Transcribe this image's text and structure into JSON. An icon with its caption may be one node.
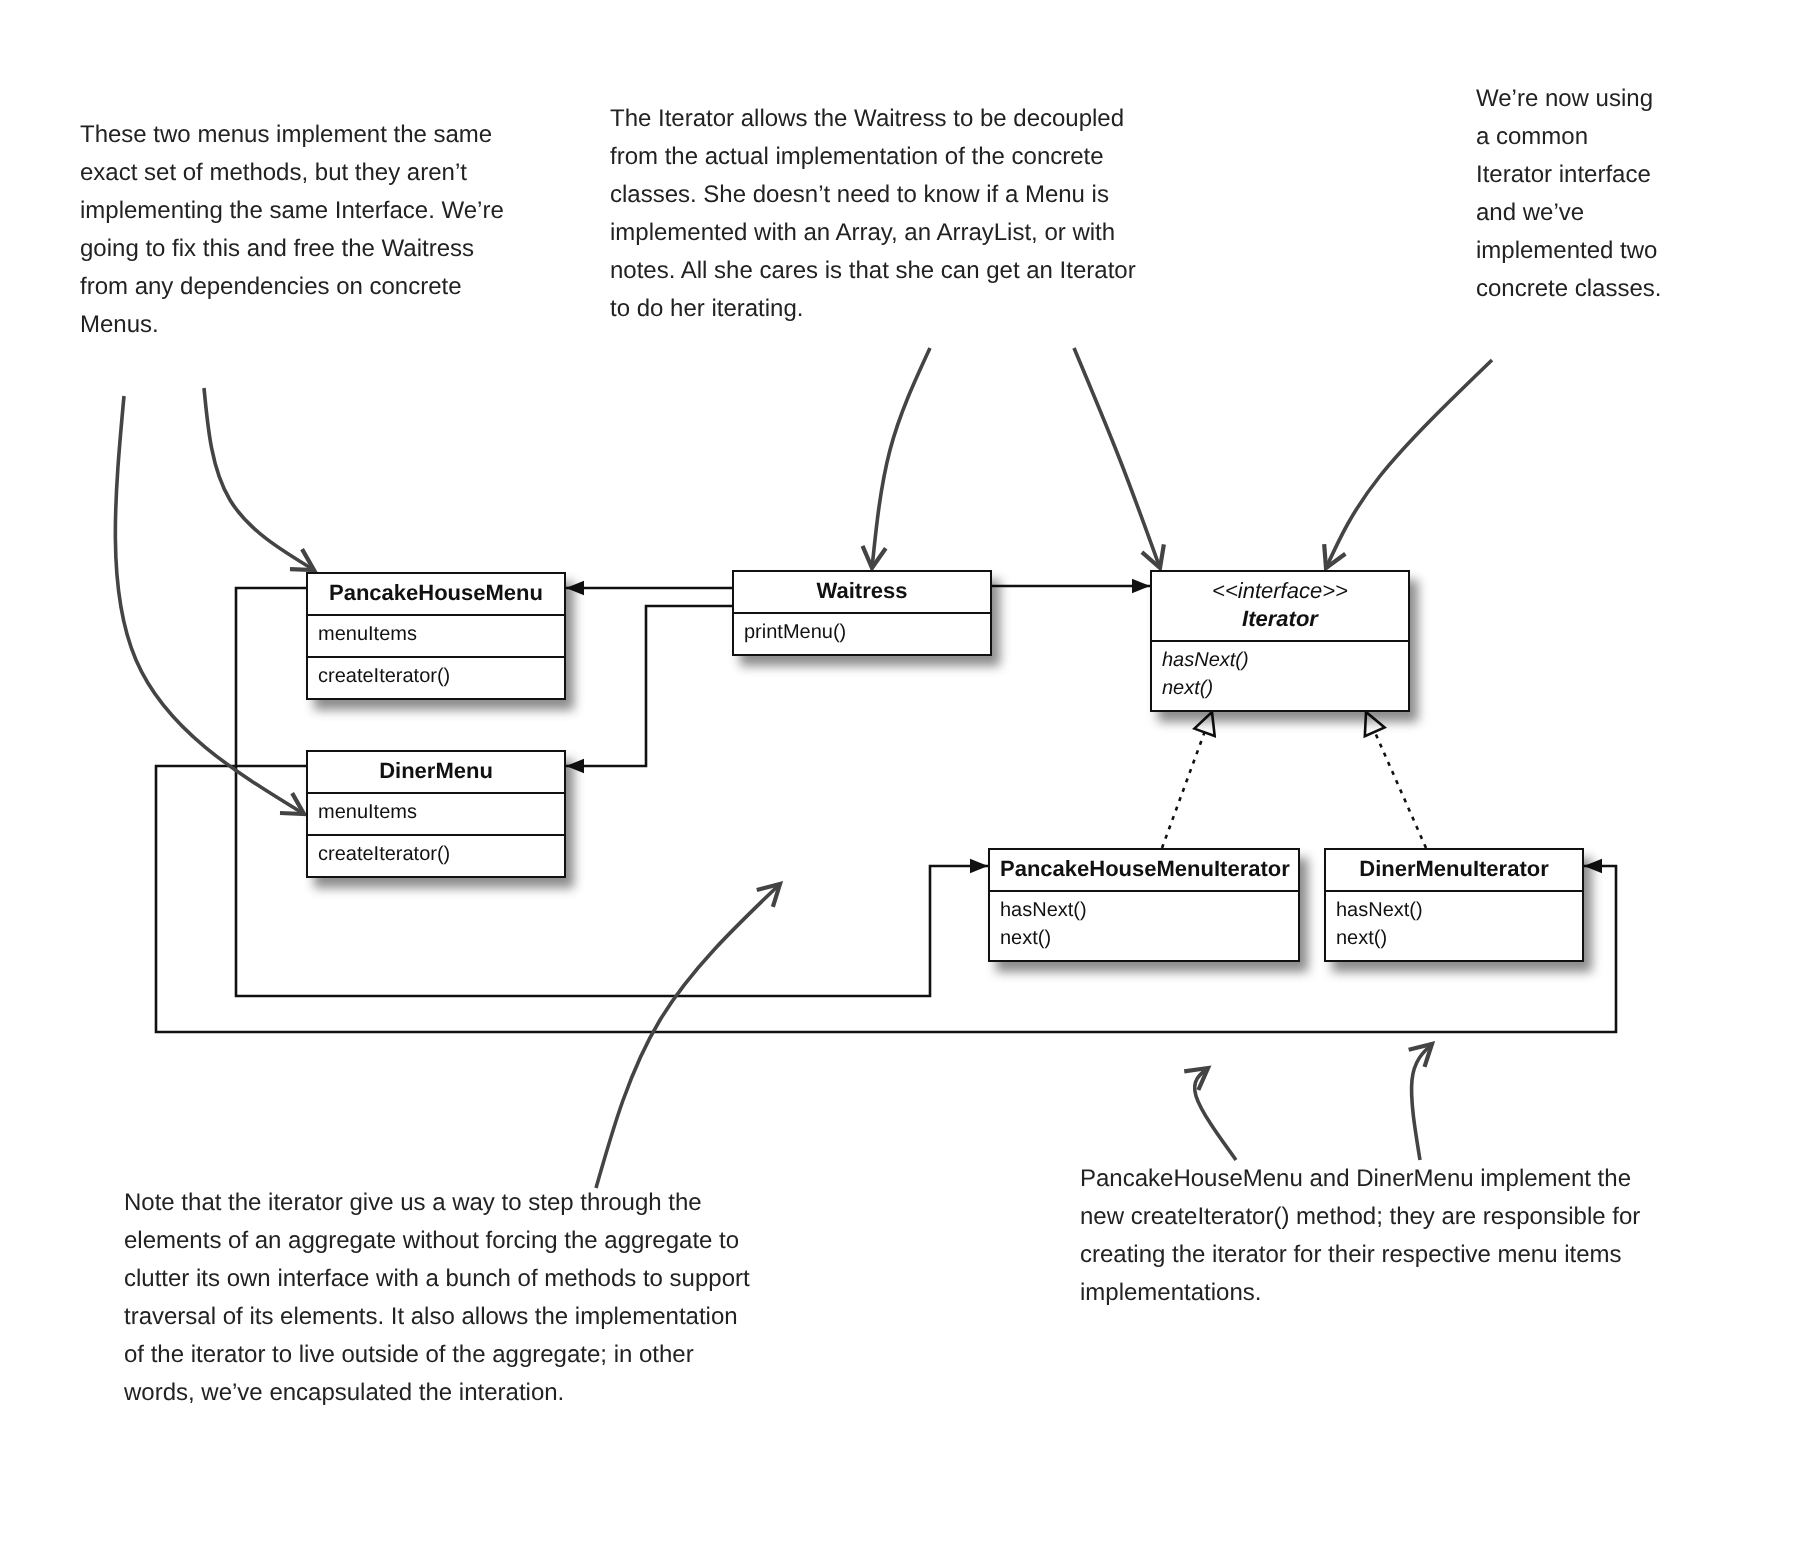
{
  "diagram": {
    "nodes": [
      {
        "text": [
          "These two menus implement the same exact set of methods, but they aren’t implementing the same Interface. We’re going to fix this and free the Waitress from any dependencies on concrete Menus."
        ]
      },
      {
        "text": [
          "The Iterator allows the Waitress to be decoupled from the actual implementation of the concrete classes. She doesn’t need to know if a Menu is implemented with an Array, an ArrayList, or with notes. All she cares is that she can get an Iterator to do her iterating."
        ]
      },
      {
        "text": [
          "We’re now using a common Iterator interface and we’ve implemented two concrete classes."
        ]
      },
      {
        "text": [
          "PancakeHouseMenu",
          "menuItems",
          "createIterator()"
        ]
      },
      {
        "text": [
          "DinerMenu",
          "menuItems",
          "createIterator()"
        ]
      },
      {
        "text": [
          "Waitress",
          "printMenu()"
        ]
      },
      {
        "text": [
          "<<interface>>",
          "Iterator",
          "hasNext()",
          "next()"
        ]
      },
      {
        "text": [
          "PancakeHouseMenuIterator",
          "hasNext()",
          "next()"
        ]
      },
      {
        "text": [
          "DinerMenuIterator",
          "hasNext()",
          "next()"
        ]
      },
      {
        "text": [
          "Note that the iterator give us a way to step through the elements of an aggregate without forcing the aggregate to clutter its own interface with a bunch of methods to support traversal of its elements. It also allows the implementation of the iterator to live outside of the aggregate; in other words, we’ve encapsulated the interation."
        ]
      },
      {
        "text": [
          "PancakeHouseMenu and DinerMenu implement the new createIterator() method; they are responsible for creating the iterator for their respective menu items implementations."
        ]
      }
    ],
    "edges": [
      {
        "from": 5,
        "to": 3,
        "arrow": "to"
      },
      {
        "from": 5,
        "to": 4,
        "arrow": "to"
      },
      {
        "from": 5,
        "to": 6,
        "arrow": "to"
      },
      {
        "from": 7,
        "to": 6,
        "arrow": "to",
        "style": "dashed"
      },
      {
        "from": 8,
        "to": 6,
        "arrow": "to",
        "style": "dashed"
      },
      {
        "from": 3,
        "to": 7,
        "arrow": "to"
      },
      {
        "from": 4,
        "to": 8,
        "arrow": "to"
      },
      {
        "from": 0,
        "to": 3,
        "arrow": "to"
      },
      {
        "from": 0,
        "to": 4,
        "arrow": "to"
      },
      {
        "from": 1,
        "to": 5,
        "arrow": "to"
      },
      {
        "from": 1,
        "to": 6,
        "arrow": "to"
      },
      {
        "from": 2,
        "to": 6,
        "arrow": "to"
      },
      {
        "from": 9,
        "to": null,
        "arrow": "to"
      },
      {
        "from": 10,
        "to": null,
        "arrow": "to"
      },
      {
        "from": 10,
        "to": null,
        "arrow": "to"
      }
    ]
  }
}
